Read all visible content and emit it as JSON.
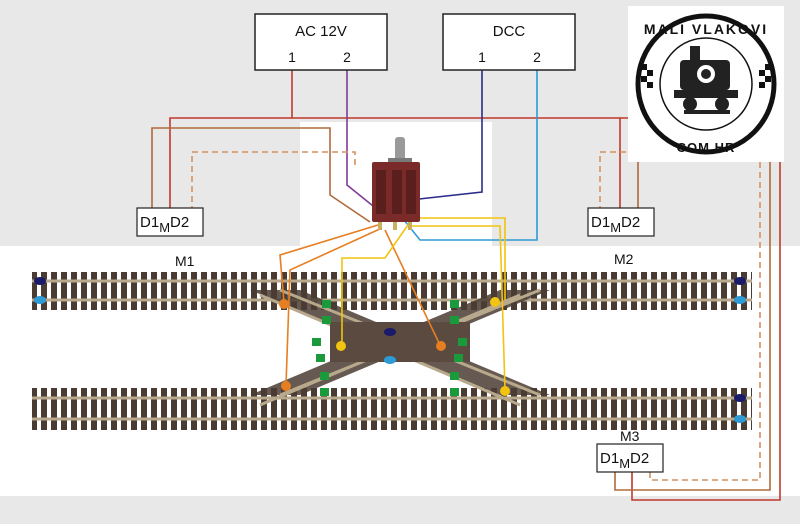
{
  "power_boxes": [
    {
      "id": "ac",
      "title": "AC 12V",
      "pins": [
        "1",
        "2"
      ]
    },
    {
      "id": "dcc",
      "title": "DCC",
      "pins": [
        "1",
        "2"
      ]
    }
  ],
  "turnout_motors": [
    {
      "id": "M1",
      "label": "M1"
    },
    {
      "id": "M2",
      "label": "M2"
    },
    {
      "id": "M3",
      "label": "M3"
    }
  ],
  "connector": {
    "d1": "D1",
    "m": "M",
    "d2": "D2"
  },
  "logo": {
    "top": "MALI VLAKOVI",
    "bottom": "COM.HR"
  },
  "colors": {
    "ac_pin1": "#c0392b",
    "ac_pin2": "#7d3c98",
    "dcc_pin1": "#2c2c8c",
    "dcc_pin2": "#2e9ad6",
    "feed_orange": "#e67e22",
    "feed_yellow": "#f1c40f",
    "motor_brown": "#b06a3a",
    "insulator": "#1a9a3a"
  }
}
